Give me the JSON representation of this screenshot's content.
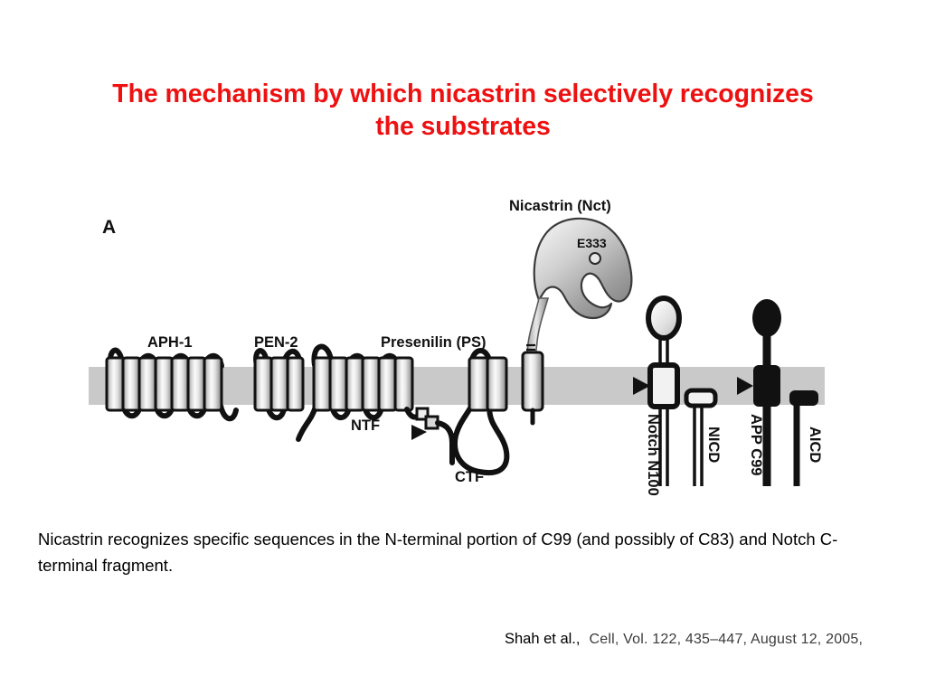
{
  "slide": {
    "title": "The mechanism by which nicastrin selectively recognizes the substrates",
    "title_color": "#ee1111",
    "background_color": "#ffffff",
    "body_text": "Nicastrin recognizes specific sequences in the N-terminal portion of C99 (and possibly of C83) and Notch C-terminal fragment.",
    "citation": {
      "author": "Shah et al.,",
      "reference": "Cell, Vol. 122, 435–447, August 12, 2005,"
    }
  },
  "figure": {
    "panel_label": "A",
    "membrane_color": "#c9c9c9",
    "outline_color": "#111111",
    "labels": {
      "aph1": "APH-1",
      "pen2": "PEN-2",
      "presenilin": "Presenilin (PS)",
      "nicastrin": "Nicastrin (Nct)",
      "e333": "E333",
      "ntf": "NTF",
      "ctf": "CTF",
      "notch_n100": "Notch N100",
      "nicd": "NICD",
      "app_c99": "APP C99",
      "aicd": "AICD"
    },
    "components": [
      {
        "name": "APH-1",
        "helices": 7,
        "fill": "gradient-gray"
      },
      {
        "name": "PEN-2",
        "helices": 3,
        "fill": "gradient-gray"
      },
      {
        "name": "Presenilin NTF",
        "helices": 6,
        "fill": "gradient-gray"
      },
      {
        "name": "Presenilin CTF",
        "helices": 2,
        "fill": "gradient-gray"
      },
      {
        "name": "Nicastrin TM",
        "helices": 1,
        "fill": "gradient-gray"
      },
      {
        "name": "Notch N100",
        "fill": "white"
      },
      {
        "name": "NICD",
        "fill": "white"
      },
      {
        "name": "APP C99",
        "fill": "black"
      },
      {
        "name": "AICD",
        "fill": "black"
      }
    ]
  }
}
